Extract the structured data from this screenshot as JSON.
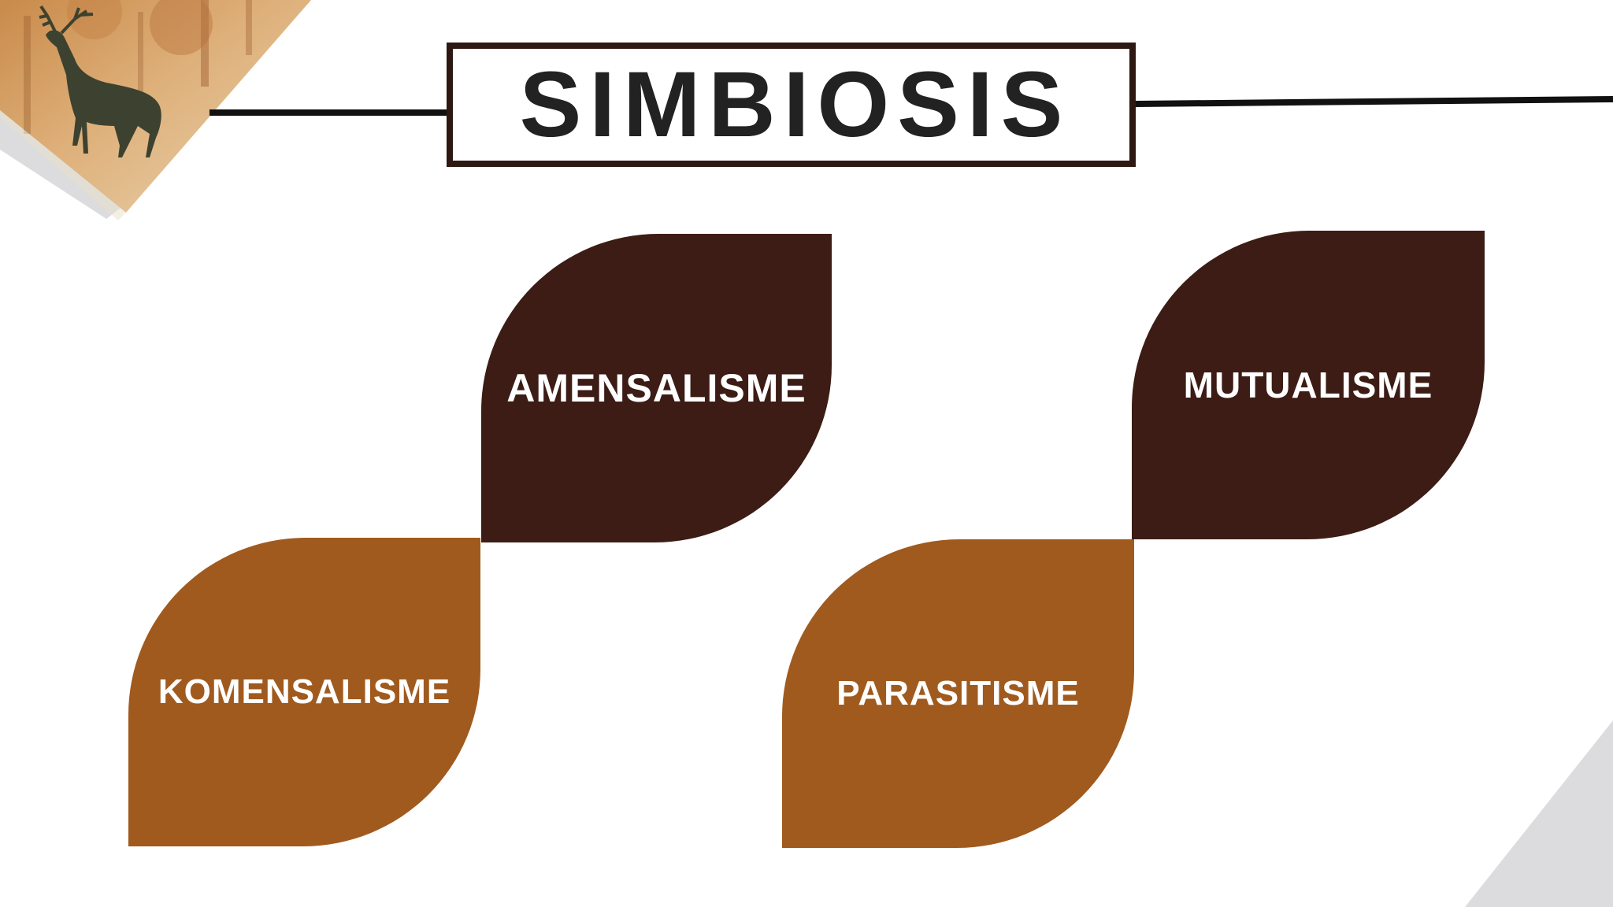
{
  "title": "SIMBIOSIS",
  "items": {
    "amensalisme": "AMENSALISME",
    "mutualisme": "MUTUALISME",
    "komensalisme": "KOMENSALISME",
    "parasitisme": "PARASITISME"
  },
  "colors": {
    "dark_brown": "#3c1c14",
    "orange_brown": "#a05a1e",
    "title_border": "#2e1812",
    "title_text": "#222222",
    "accent_gray": "#dcdcdf"
  },
  "icons": {
    "corner_photo": "deer-in-autumn-forest-photo"
  }
}
